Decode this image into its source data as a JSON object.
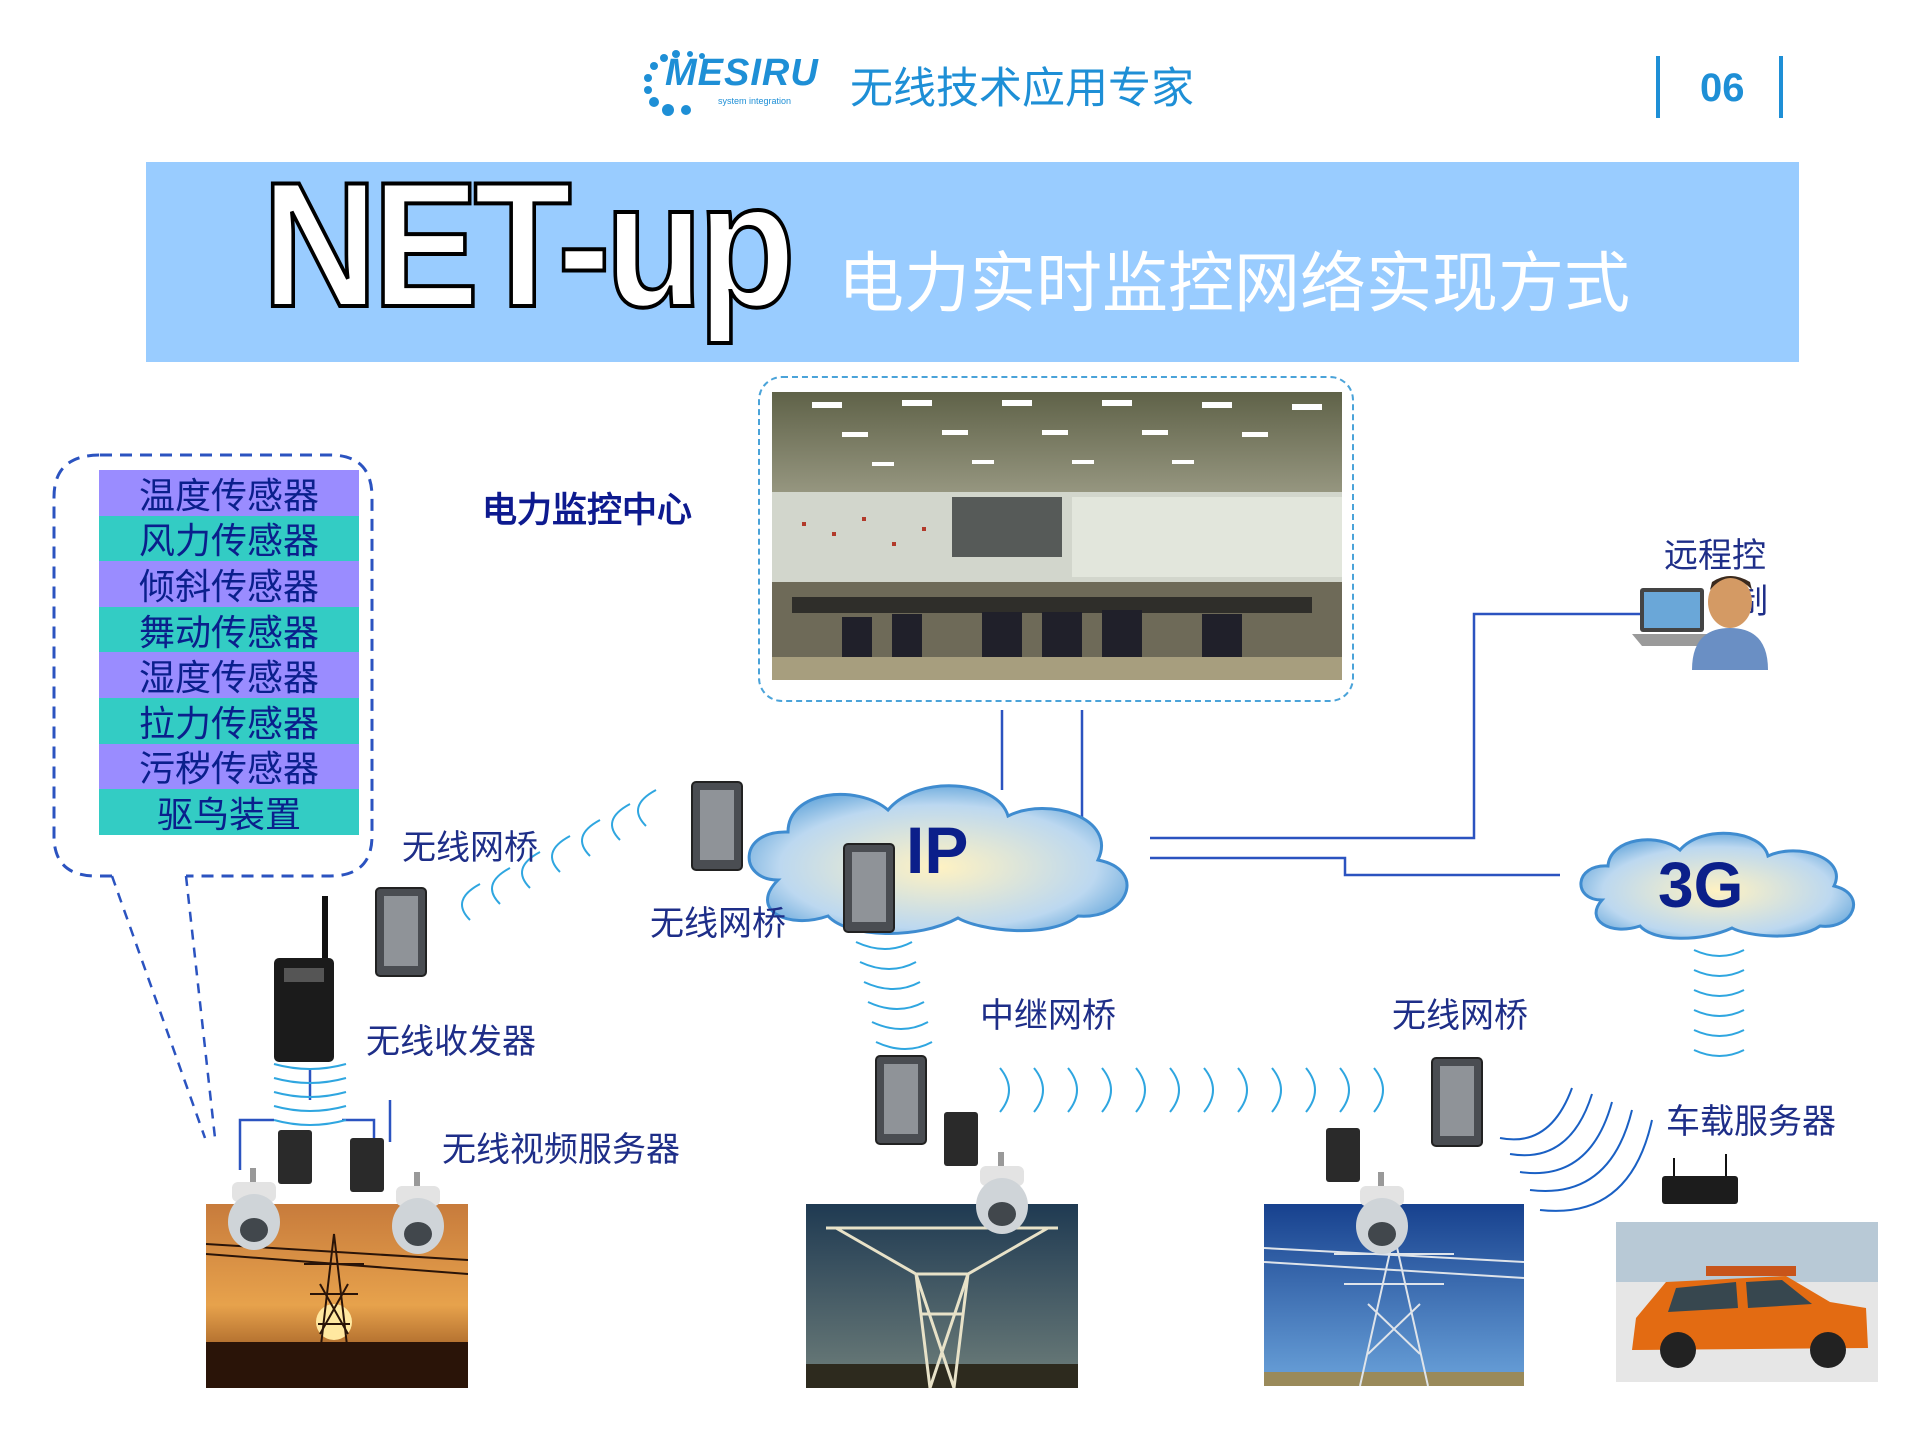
{
  "header": {
    "logo_text": "MESIRU",
    "logo_subtext": "system integration",
    "tagline": "无线技术应用专家",
    "page_number": "06"
  },
  "title": {
    "brand": "NET-up",
    "subtitle": "电力实时监控网络实现方式"
  },
  "sensors": [
    "温度传感器",
    "风力传感器",
    "倾斜传感器",
    "舞动传感器",
    "湿度传感器",
    "拉力传感器",
    "污秽传感器",
    "驱鸟装置"
  ],
  "labels": {
    "monitor_center": "电力监控中心",
    "remote_control_line1": "远程控",
    "remote_control_line2": "制",
    "bridge_left": "无线网桥",
    "bridge_center": "无线网桥",
    "transceiver": "无线收发器",
    "video_server": "无线视频服务器",
    "relay_bridge": "中继网桥",
    "bridge_right": "无线网桥",
    "vehicle_server": "车载服务器"
  },
  "clouds": {
    "ip": "IP",
    "three_g": "3G"
  },
  "colors": {
    "accent_blue": "#1e8fd6",
    "title_band": "#99ccff",
    "sensor_purple": "#9a8cff",
    "sensor_teal": "#33ccc4",
    "label_navy": "#1e2e88",
    "connector_blue": "#2b53c0"
  }
}
